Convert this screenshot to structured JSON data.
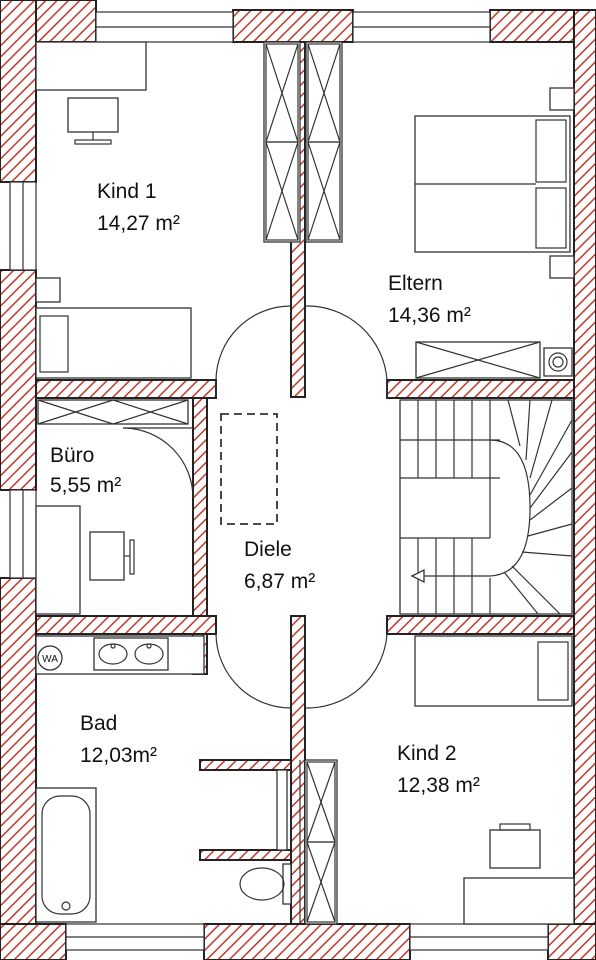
{
  "plan": {
    "hatch_color": "#c0392b",
    "rooms": [
      {
        "id": "kind1",
        "name": "Kind 1",
        "area": "14,27 m²"
      },
      {
        "id": "eltern",
        "name": "Eltern",
        "area": "14,36 m²"
      },
      {
        "id": "buero",
        "name": "Büro",
        "area": "5,55 m²"
      },
      {
        "id": "diele",
        "name": "Diele",
        "area": "6,87 m²"
      },
      {
        "id": "bad",
        "name": "Bad",
        "area": "12,03m²"
      },
      {
        "id": "kind2",
        "name": "Kind 2",
        "area": "12,38 m²"
      }
    ],
    "symbols": {
      "washing_machine": "WA"
    }
  }
}
